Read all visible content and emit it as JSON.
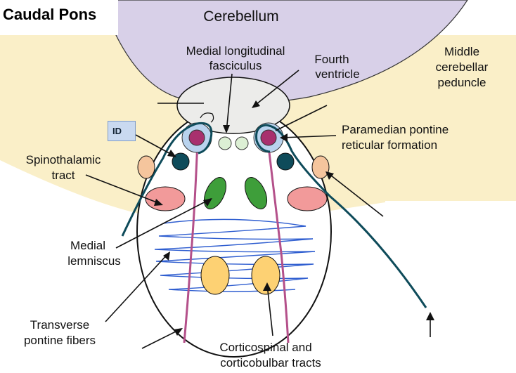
{
  "title": "Caudal Pons",
  "id_tag": "ID",
  "labels": {
    "cerebellum": "Cerebellum",
    "mlf_1": "Medial longitudinal",
    "mlf_2": "fasciculus",
    "fourth_1": "Fourth",
    "fourth_2": "ventricle",
    "mcp_1": "Middle",
    "mcp_2": "cerebellar",
    "mcp_3": "peduncle",
    "spino_1": "Spinothalamic",
    "spino_2": "tract",
    "pprf_1": "Paramedian pontine",
    "pprf_2": "reticular formation",
    "ml_1": "Medial",
    "ml_2": "lemniscus",
    "tpf_1": "Transverse",
    "tpf_2": "pontine fibers",
    "cst_1": "Corticospinal and",
    "cst_2": "corticobulbar tracts"
  },
  "colors": {
    "cerebellum": "#d8d0e8",
    "peduncle": "#faefc8",
    "ventricle": "#ececea",
    "nucleus_ring": "#b9d3ee",
    "nucleus_core": "#a8306e",
    "dark_teal": "#0e4b5a",
    "mlf_dots": "#dcefd4",
    "spinothalamic": "#f5c59d",
    "medial_lemniscus": "#f29a9a",
    "green_tract": "#3e9e3a",
    "corticospinal": "#fdd173",
    "transverse_fibers": "#2f5ed0",
    "descending_fiber": "#b4508a"
  }
}
